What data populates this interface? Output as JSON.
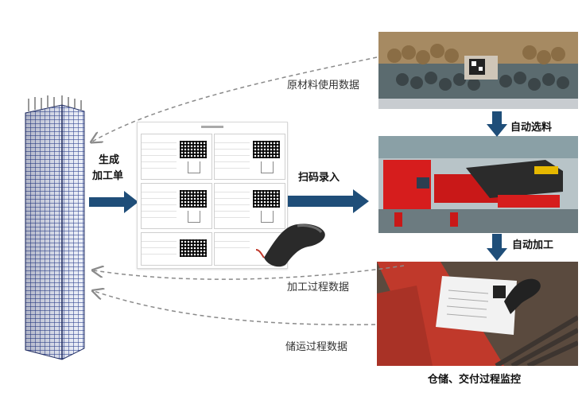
{
  "labels": {
    "generate_order": [
      "生成",
      "加工单"
    ],
    "scan_entry": "扫码录入",
    "raw_material_data": "原材料使用数据",
    "auto_select": "自动选料",
    "auto_process": "自动加工",
    "process_data": "加工过程数据",
    "transport_data": "储运过程数据",
    "storage_delivery_monitor": "仓储、交付过程监控"
  },
  "colors": {
    "arrow_blue": "#1f4e79",
    "dashed_gray": "#8a8a8a",
    "machine_red": "#d61d1d"
  },
  "icons": [
    "barcode-scanner-icon",
    "qr-code-icon"
  ]
}
